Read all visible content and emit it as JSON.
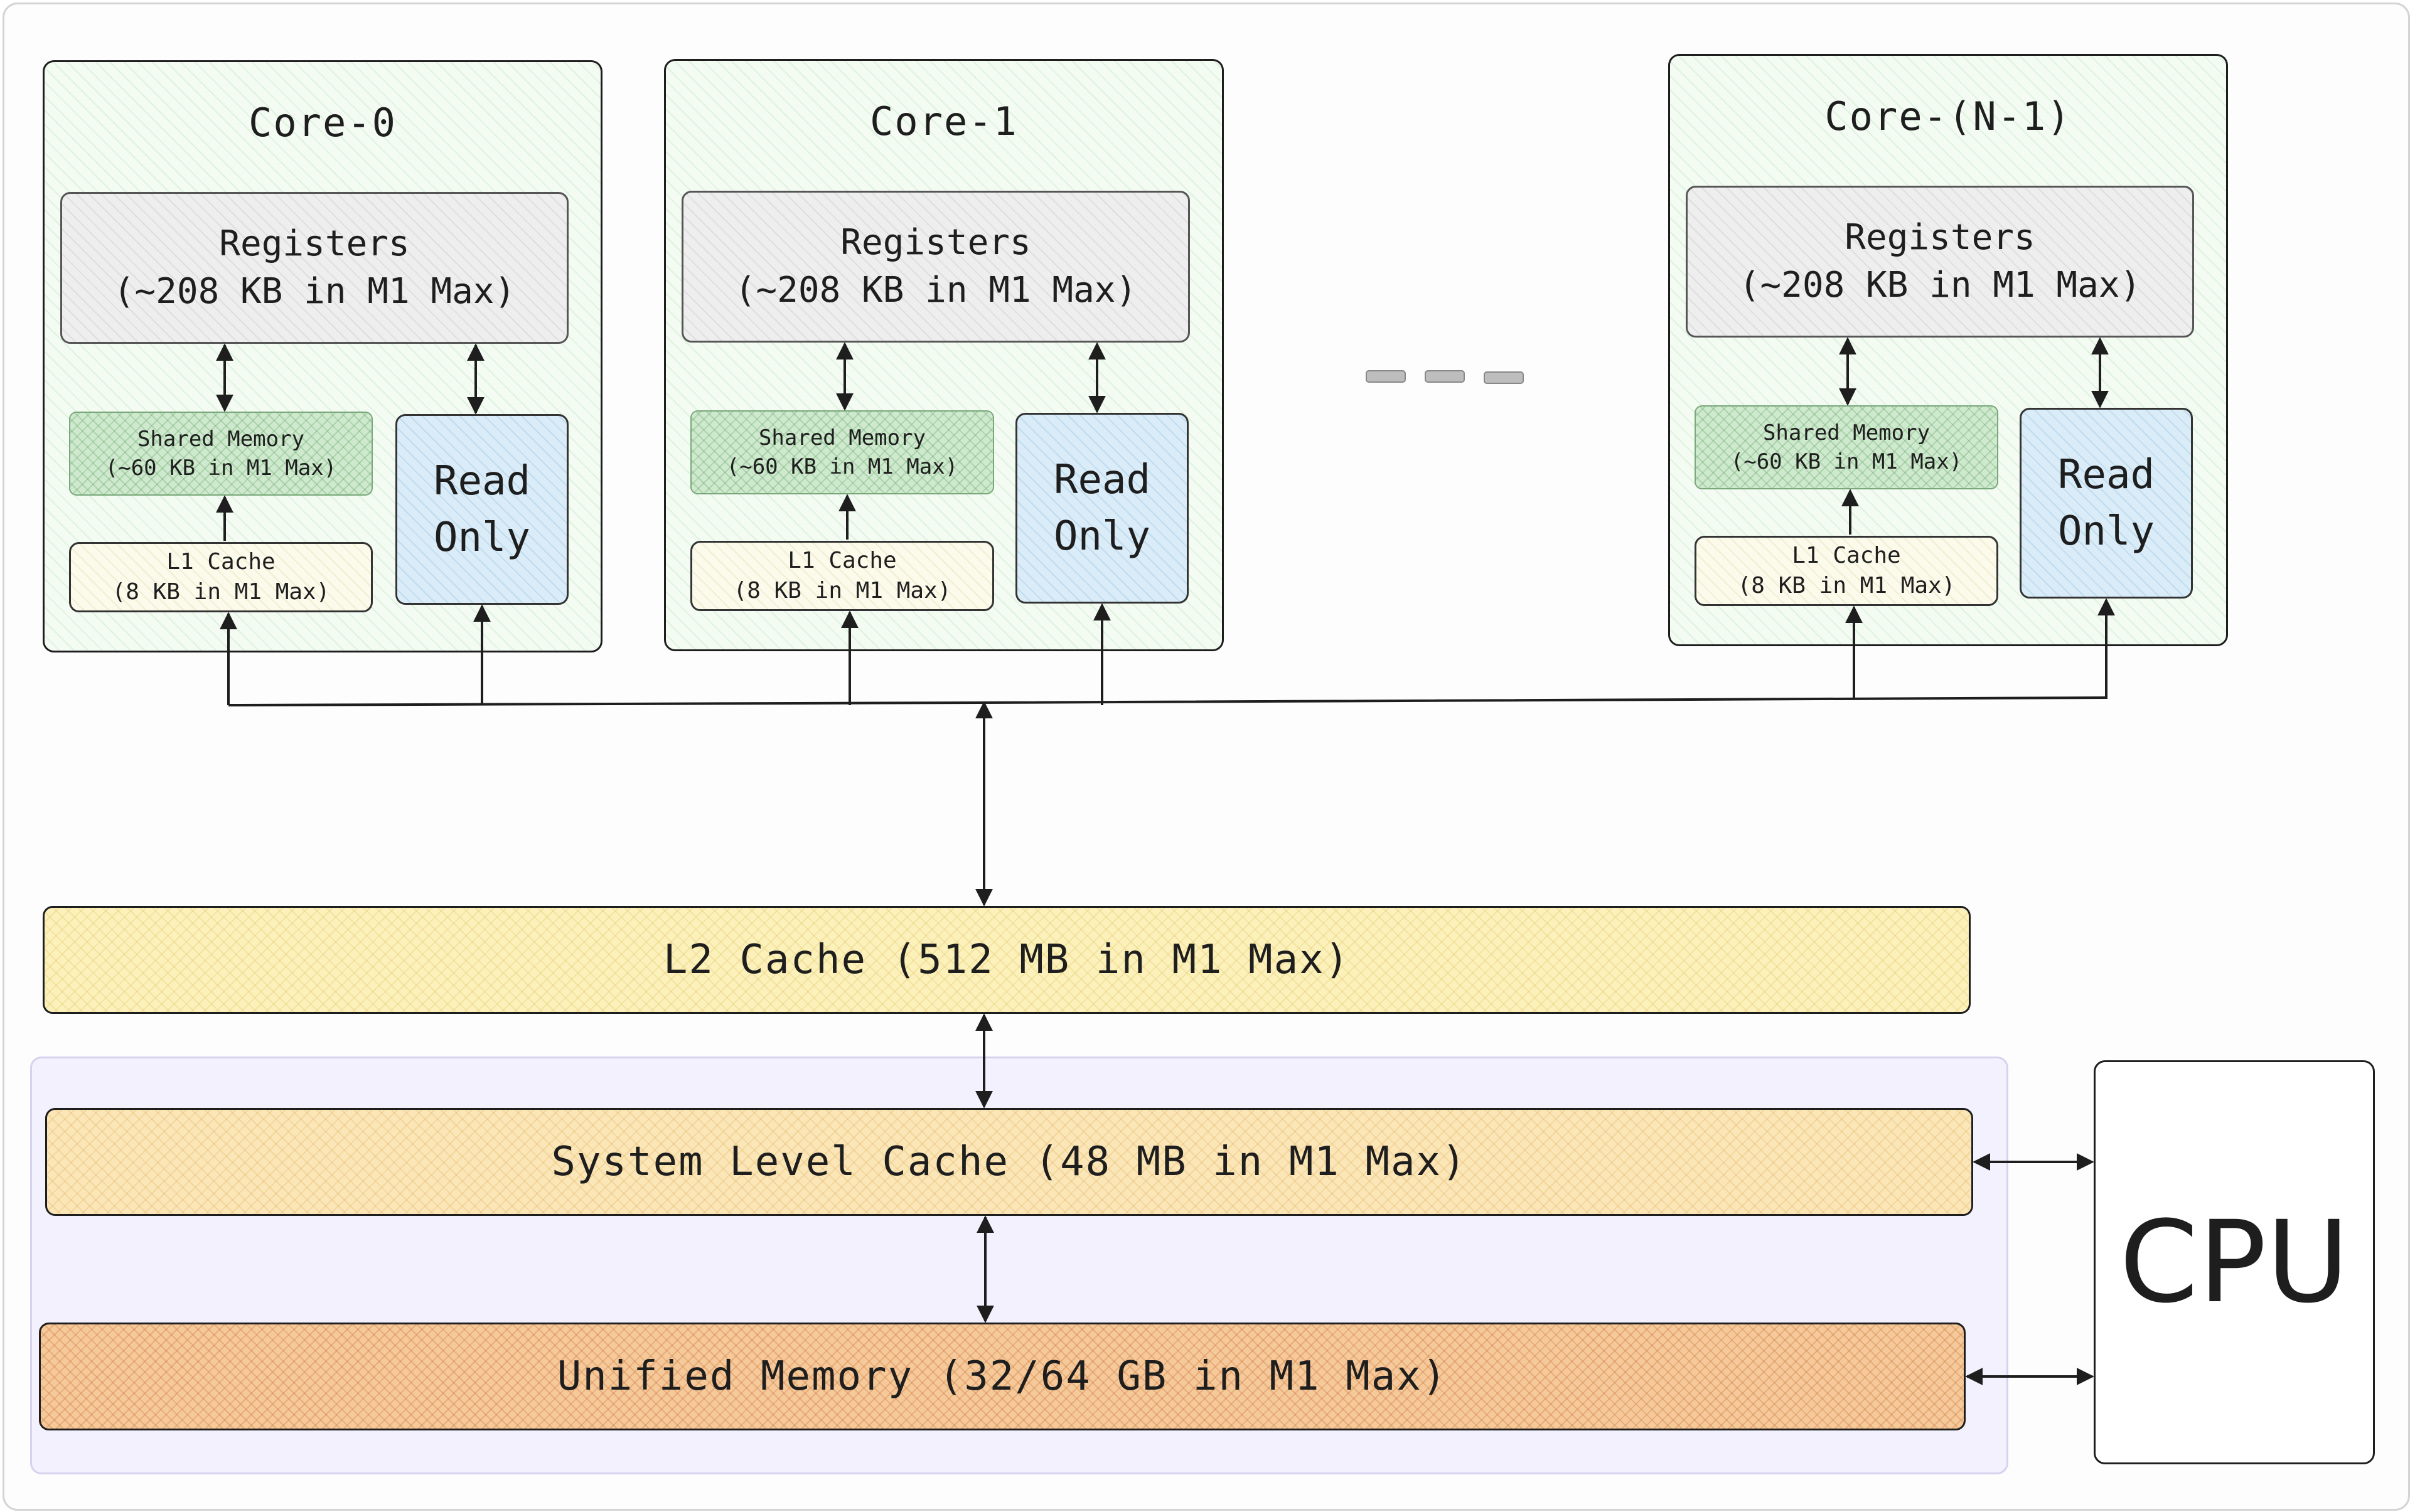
{
  "cores": [
    {
      "title": "Core-0",
      "registers": [
        "Registers",
        "(~208 KB in M1 Max)"
      ],
      "shared_memory": [
        "Shared Memory",
        "(~60 KB in M1 Max)"
      ],
      "l1_cache": [
        "L1 Cache",
        "(8 KB in M1 Max)"
      ],
      "read_only": [
        "Read",
        "Only"
      ]
    },
    {
      "title": "Core-1",
      "registers": [
        "Registers",
        "(~208 KB in M1 Max)"
      ],
      "shared_memory": [
        "Shared Memory",
        "(~60 KB in M1 Max)"
      ],
      "l1_cache": [
        "L1 Cache",
        "(8 KB in M1 Max)"
      ],
      "read_only": [
        "Read",
        "Only"
      ]
    },
    {
      "title": "Core-(N-1)",
      "registers": [
        "Registers",
        "(~208 KB in M1 Max)"
      ],
      "shared_memory": [
        "Shared Memory",
        "(~60 KB in M1 Max)"
      ],
      "l1_cache": [
        "L1 Cache",
        "(8 KB in M1 Max)"
      ],
      "read_only": [
        "Read",
        "Only"
      ]
    }
  ],
  "l2_cache": "L2 Cache (512 MB in M1 Max)",
  "system_level_cache": "System Level Cache (48 MB in M1 Max)",
  "unified_memory": "Unified Memory (32/64 GB in M1 Max)",
  "cpu": "CPU",
  "colors": {
    "core_fill": "#f3fbf3",
    "registers_fill": "#eeeeee",
    "shared_memory_fill": "#cfe9cf",
    "l1_fill": "#fbfaeb",
    "read_only_fill": "#d9ecf8",
    "l2_fill": "#fcf1bb",
    "slc_fill": "#fbe6b8",
    "unified_memory_fill": "#f6c99a",
    "soc_background": "#f3f1fd",
    "stroke": "#1e1e1e"
  }
}
